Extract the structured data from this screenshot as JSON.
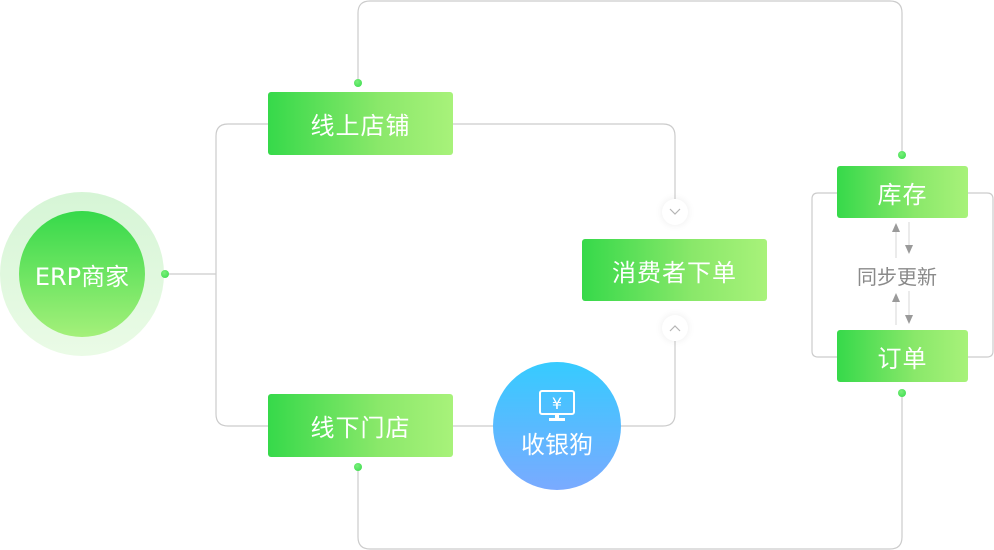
{
  "colors": {
    "node_gradient_start": "#36d94a",
    "node_gradient_end": "#a8f27a",
    "cashier_gradient_start": "#36cbff",
    "cashier_gradient_end": "#7aaaff",
    "connector": "#cccccc",
    "sync_text": "#8a8a8a"
  },
  "nodes": {
    "erp": {
      "label": "ERP商家"
    },
    "online_store": {
      "label": "线上店铺"
    },
    "offline_store": {
      "label": "线下门店"
    },
    "consumer_order": {
      "label": "消费者下单"
    },
    "cashier": {
      "label": "收银狗",
      "icon": "cash-register-monitor-icon",
      "icon_glyph": "¥"
    },
    "inventory": {
      "label": "库存"
    },
    "order": {
      "label": "订单"
    }
  },
  "sync": {
    "label": "同步更新",
    "icon": "bidirectional-arrows-icon"
  },
  "chevrons": {
    "down": {
      "icon": "chevron-down-icon"
    },
    "up": {
      "icon": "chevron-up-icon"
    }
  }
}
